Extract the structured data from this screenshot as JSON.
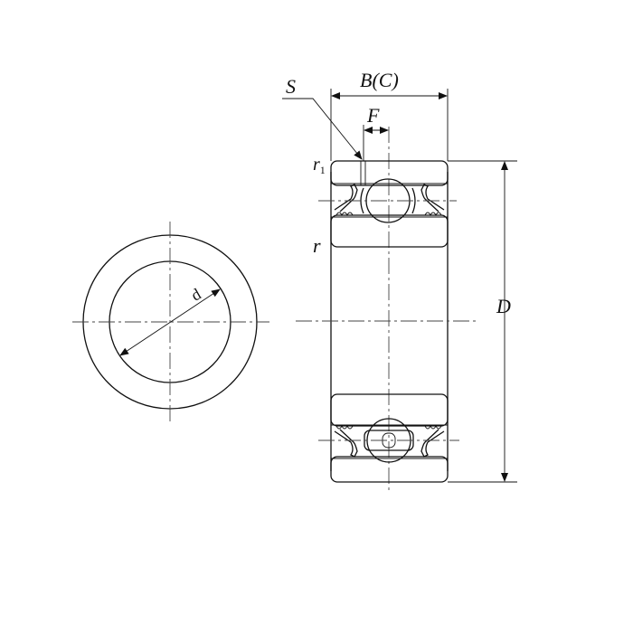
{
  "labels": {
    "S": "S",
    "BC": "B(C)",
    "F": "F",
    "r1_base": "r",
    "r1_sub": "1",
    "r": "r",
    "D": "D",
    "d": "d"
  }
}
